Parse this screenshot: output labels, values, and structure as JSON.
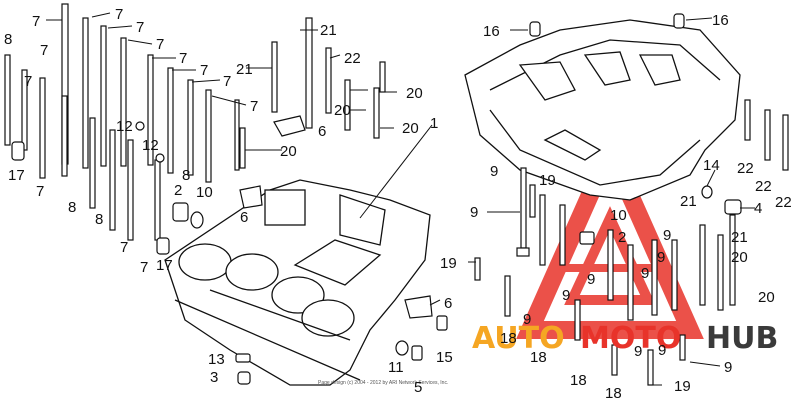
{
  "callouts": {
    "bolt_7_a": "7",
    "bolt_7_b": "7",
    "bolt_7_c": "7",
    "bolt_7_d": "7",
    "bolt_7_e": "7",
    "bolt_7_f": "7",
    "bolt_7_g": "7",
    "bolt_7_h": "7",
    "bolt_7_i": "7",
    "bolt_7_j": "7",
    "bolt_7_k": "7",
    "bolt_7_l": "7",
    "bolt_7_m": "7",
    "bolt_8_a": "8",
    "bolt_8_b": "8",
    "bolt_8_c": "8",
    "bolt_8_d": "8",
    "dowel_17_a": "17",
    "dowel_17_b": "17",
    "washer_12_a": "12",
    "washer_12_b": "12",
    "part_2_left": "2",
    "part_10_left": "10",
    "bolt_21_a": "21",
    "bolt_21_b": "21",
    "bolt_22_top": "22",
    "bolt_20_a": "20",
    "bolt_20_b": "20",
    "bolt_20_c": "20",
    "bolt_20_d": "20",
    "clamp_6_a": "6",
    "clamp_6_b": "6",
    "clamp_6_c": "6",
    "part_1": "1",
    "cap_16_a": "16",
    "cap_16_b": "16",
    "part_13": "13",
    "part_3": "3",
    "part_11": "11",
    "part_5": "5",
    "bolt_15": "15",
    "bolt_9_a": "9",
    "bolt_9_b": "9",
    "bolt_9_c": "9",
    "bolt_9_d": "9",
    "bolt_9_e": "9",
    "bolt_9_f": "9",
    "bolt_9_g": "9",
    "bolt_9_h": "9",
    "bolt_9_i": "9",
    "bolt_9_j": "9",
    "bolt_9_k": "9",
    "bolt_19_a": "19",
    "bolt_19_b": "19",
    "bolt_19_c": "19",
    "part_14": "14",
    "part_4": "4",
    "bolt_22_a": "22",
    "bolt_22_b": "22",
    "bolt_22_c": "22",
    "bolt_21_c": "21",
    "bolt_21_d": "21",
    "bolt_20_e": "20",
    "bolt_20_f": "20",
    "part_10_right": "10",
    "part_2_right": "2",
    "bolt_18_a": "18",
    "bolt_18_b": "18",
    "bolt_18_c": "18",
    "bolt_18_d": "18"
  },
  "credit": "Page design (c) 2004 - 2012 by ARI Network Services, Inc.",
  "watermark": {
    "text_left": "AUTO",
    "text_mid": "MOTO",
    "text_right": "HUB",
    "color_orange": "#f5a623",
    "color_red": "#e8332a",
    "color_dark": "#3a3a3a"
  }
}
